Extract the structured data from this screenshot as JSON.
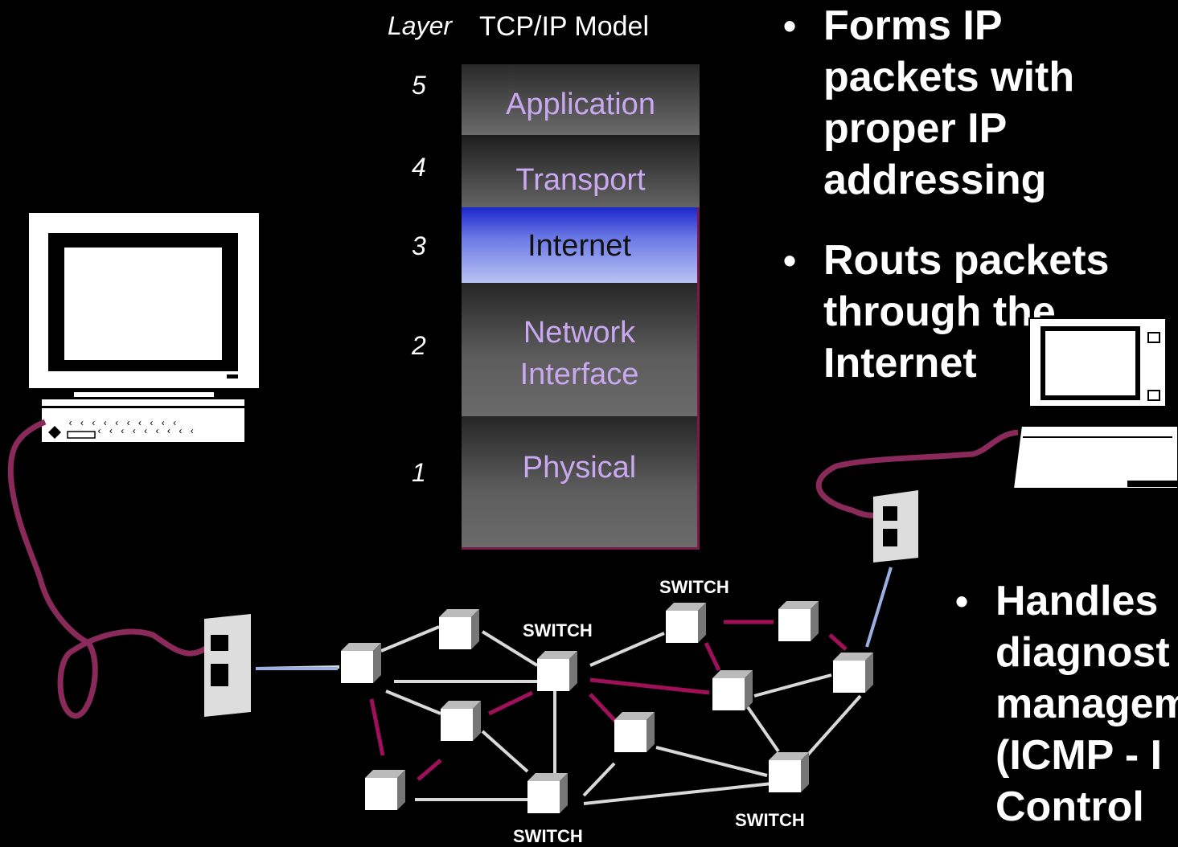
{
  "header": {
    "layer_label": "Layer",
    "model_label": "TCP/IP Model"
  },
  "layers": [
    {
      "num": "5",
      "name": "Application"
    },
    {
      "num": "4",
      "name": "Transport"
    },
    {
      "num": "3",
      "name": "Internet"
    },
    {
      "num": "2",
      "name_line1": "Network",
      "name_line2": "Interface"
    },
    {
      "num": "1",
      "name": "Physical"
    }
  ],
  "bullets": [
    {
      "lines": [
        "Forms IP",
        "packets with",
        "proper IP",
        "addressing"
      ]
    },
    {
      "lines": [
        "Routs packets",
        "through the",
        "Internet"
      ]
    },
    {
      "lines": [
        "Handles",
        "diagnost",
        "managem",
        "(ICMP - I",
        "Control"
      ]
    }
  ],
  "switch_labels": [
    "SWITCH",
    "SWITCH",
    "SWITCH",
    "SWITCH"
  ],
  "colors": {
    "internet_layer": "#3b4ad8",
    "cable": "#8a2a5a",
    "text_purple": "#c9a8f0"
  },
  "icons": [
    "desktop-computer-icon",
    "laptop-icon",
    "wall-jack-icon",
    "switch-icon"
  ]
}
